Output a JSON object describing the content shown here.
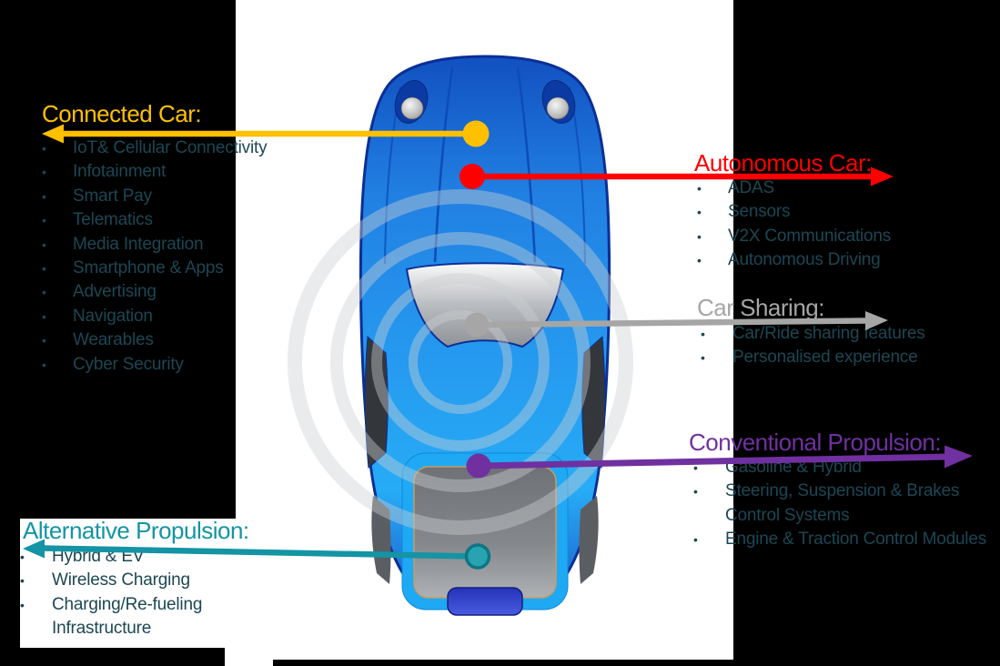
{
  "bullet": "•",
  "colors": {
    "connected_accent": "#FFC000",
    "autonomous_accent": "#FF0000",
    "car_sharing_accent": "#A6A6A6",
    "conventional_accent": "#7030A0",
    "alternative_accent": "#1494A4",
    "body_text": "#1C4754",
    "car_blue": "#2596EE",
    "background": "#000000",
    "slide_white": "#FFFFFF"
  },
  "sections": {
    "connected": {
      "title": "Connected Car:",
      "items": [
        "IoT& Cellular Connectivity",
        "Infotainment",
        "Smart Pay",
        "Telematics",
        "Media Integration",
        "Smartphone & Apps",
        "Advertising",
        "Navigation",
        "Wearables",
        "Cyber Security"
      ]
    },
    "autonomous": {
      "title": "Autonomous Car:",
      "items": [
        "ADAS",
        "Sensors",
        "V2X Communications",
        "Autonomous Driving"
      ]
    },
    "car_sharing": {
      "title": "Car Sharing:",
      "items": [
        "Car/Ride sharing features",
        "Personalised experience"
      ]
    },
    "conventional": {
      "title": "Conventional Propulsion:",
      "items": [
        "Gasoline & Hybrid",
        "Steering, Suspension & Brakes Control Systems",
        "Engine & Traction Control Modules"
      ]
    },
    "alternative": {
      "title": "Alternative Propulsion:",
      "items": [
        "Hybrid & EV",
        "Wireless Charging",
        "Charging/Re-fueling Infrastructure"
      ]
    }
  }
}
